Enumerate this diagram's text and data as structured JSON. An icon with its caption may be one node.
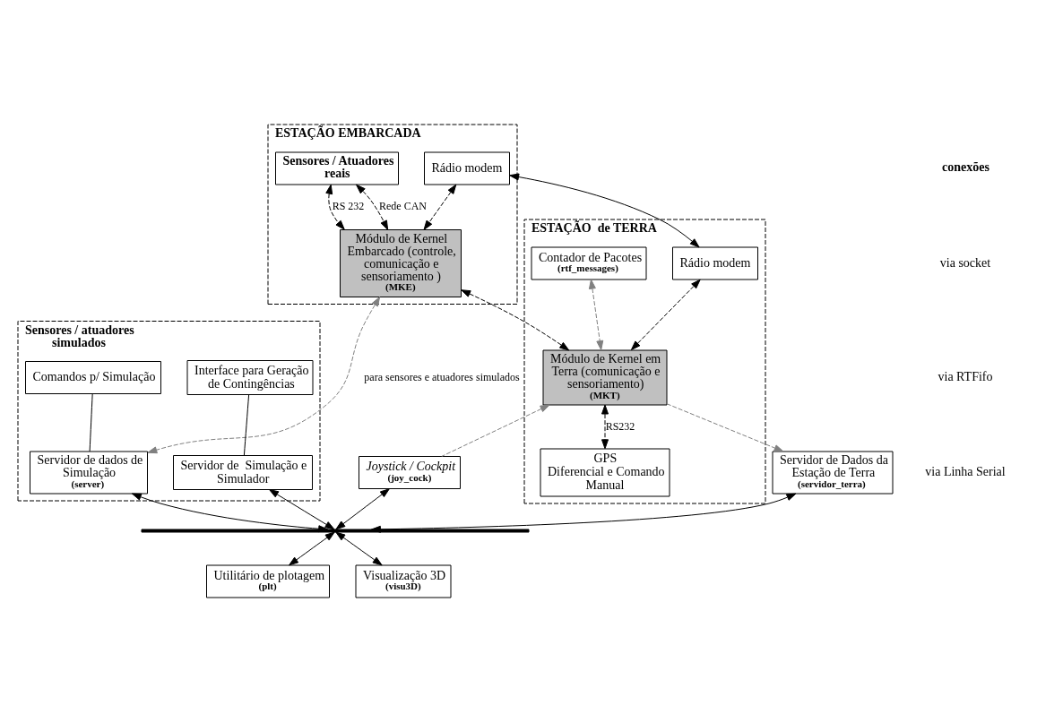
{
  "diagram": {
    "nodes": [
      {
        "text": [
          "ESTAÇÃO EMBARCADA"
        ]
      },
      {
        "text": [
          "Sensores / Atuadores reais"
        ],
        "in": 0
      },
      {
        "text": [
          "Rádio modem"
        ],
        "in": 0
      },
      {
        "text": [
          "Módulo de Kernel Embarcado (controle, comunicação e sensoriamento )",
          "(MKE)"
        ],
        "in": 0
      },
      {
        "text": [
          "ESTAÇÃO  de TERRA"
        ]
      },
      {
        "text": [
          "Rádio modem"
        ],
        "in": 4
      },
      {
        "text": [
          "Contador de Pacotes",
          "(rtf_messages)"
        ],
        "in": 4
      },
      {
        "text": [
          "Módulo de Kernel em Terra (comunicação e sensoriamento)",
          "(MKT)"
        ],
        "in": 4
      },
      {
        "text": [
          "GPS",
          "Diferencial e Comando Manual"
        ],
        "in": 4
      },
      {
        "text": [
          "Sensores / atuadores simulados"
        ]
      },
      {
        "text": [
          "Comandos p/ Simulação"
        ],
        "in": 9
      },
      {
        "text": [
          "Servidor de dados de Simulação",
          "(server)"
        ],
        "in": 9
      },
      {
        "text": [
          "Interface para Geração de Contingências"
        ],
        "in": 9
      },
      {
        "text": [
          "Servidor de  Simulação e Simulador"
        ],
        "in": 9
      },
      {
        "text": [
          "Servidor de Dados da Estação de Terra",
          "(servidor_terra)"
        ]
      },
      {
        "text": [
          "Joystick / Cockpit",
          "(joy_cock)"
        ]
      },
      {
        "text": [],
        "shape": "bar"
      },
      {
        "text": [
          "Utilitário de plotagem",
          "(plt)"
        ]
      },
      {
        "text": [
          "Visualização 3D",
          "(visu3D)"
        ]
      }
    ],
    "edges": [
      {
        "from": 1,
        "to": 3,
        "arrow": "both",
        "style": "dashed",
        "label": "Rede CAN"
      },
      {
        "from": 1,
        "to": 3,
        "arrow": "both",
        "style": "dashed",
        "label": "RS 232"
      },
      {
        "from": 2,
        "to": 3,
        "arrow": "both",
        "style": "dashed"
      },
      {
        "from": 2,
        "to": 5,
        "arrow": "both"
      },
      {
        "from": 3,
        "to": 7,
        "arrow": "both",
        "style": "dashed"
      },
      {
        "from": 5,
        "to": 7,
        "arrow": "both",
        "style": "dashed"
      },
      {
        "from": 6,
        "to": 7,
        "arrow": "both",
        "style": "dashed",
        "color": "#808080"
      },
      {
        "from": 7,
        "to": 8,
        "arrow": "both",
        "style": "dashed",
        "label": "RS232"
      },
      {
        "from": 3,
        "to": 11,
        "arrow": "both",
        "style": "dashed",
        "color": "#808080",
        "label": "para sensores e atuadores simulados"
      },
      {
        "from": 7,
        "to": 14,
        "arrow": "to",
        "style": "dashed",
        "color": "#808080"
      },
      {
        "from": 15,
        "to": 7,
        "arrow": "to",
        "style": "dashed",
        "color": "#808080"
      },
      {
        "from": 10,
        "to": 11,
        "arrow": "none"
      },
      {
        "from": 12,
        "to": 13,
        "arrow": "none"
      },
      {
        "from": 11,
        "to": 16,
        "arrow": "both"
      },
      {
        "from": 14,
        "to": 16,
        "arrow": "both"
      },
      {
        "from": 15,
        "to": 16,
        "arrow": "both"
      },
      {
        "from": 16,
        "to": 13,
        "arrow": "both"
      },
      {
        "from": 16,
        "to": 17,
        "arrow": "both"
      },
      {
        "from": 16,
        "to": 18,
        "arrow": "both"
      }
    ],
    "labels": [
      "conexões"
    ],
    "legend": [
      {
        "text": "via socket"
      },
      {
        "text": "via RTFifo"
      },
      {
        "text": "via Linha Serial"
      }
    ]
  }
}
